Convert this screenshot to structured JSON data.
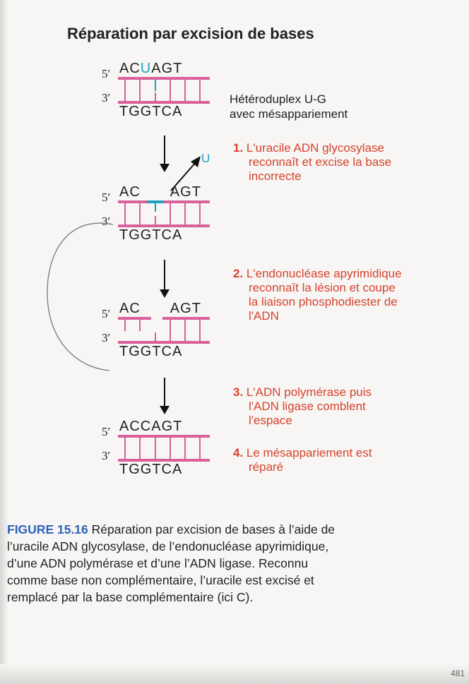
{
  "title": "Réparation par excision de bases",
  "labels": {
    "five_prime": "5′",
    "three_prime": "3′"
  },
  "colors": {
    "strand": "#d9609a",
    "uracil": "#1aa0c0",
    "step_text": "#d6432d",
    "figure_label": "#2e63b8"
  },
  "stages": [
    {
      "top_seq_a": "AC",
      "top_seq_u": "U",
      "top_seq_b": "AGT",
      "bottom_seq": "TGGTCA"
    },
    {
      "top_seq_a": "AC",
      "top_seq_b": "AGT",
      "bottom_seq": "TGGTCA"
    },
    {
      "top_seq_a": "AC",
      "top_seq_b": "AGT",
      "bottom_seq": "TGGTCA"
    },
    {
      "top_seq": "ACCAGT",
      "bottom_seq": "TGGTCA"
    }
  ],
  "heteroduplex": {
    "line1": "Hétéroduplex U-G",
    "line2": "avec mésappariement"
  },
  "released_base": "U",
  "steps": [
    {
      "num": "1.",
      "line1": "L'uracile ADN glycosylase",
      "line2": "reconnaît et excise la base",
      "line3": "incorrecte"
    },
    {
      "num": "2.",
      "line1": "L'endonucléase apyrimidique",
      "line2": "reconnaît la lésion et coupe",
      "line3": "la liaison phosphodiester de",
      "line4": "l'ADN"
    },
    {
      "num": "3.",
      "line1": "L'ADN polymérase puis",
      "line2": "l'ADN ligase comblent",
      "line3": "l'espace"
    },
    {
      "num": "4.",
      "line1": "Le mésappariement est",
      "line2": "réparé"
    }
  ],
  "caption": {
    "figure_label": "FIGURE 15.16",
    "line1": "Réparation par excision de bases à l’aide de",
    "line2": "l’uracile ADN glycosylase, de l’endonucléase apyrimidique,",
    "line3": "d’une ADN polymérase et d’une l’ADN ligase. Reconnu",
    "line4": "comme base non complémentaire, l’uracile est excisé et",
    "line5": "remplacé par la base complémentaire (ici C)."
  },
  "page_number": "481"
}
